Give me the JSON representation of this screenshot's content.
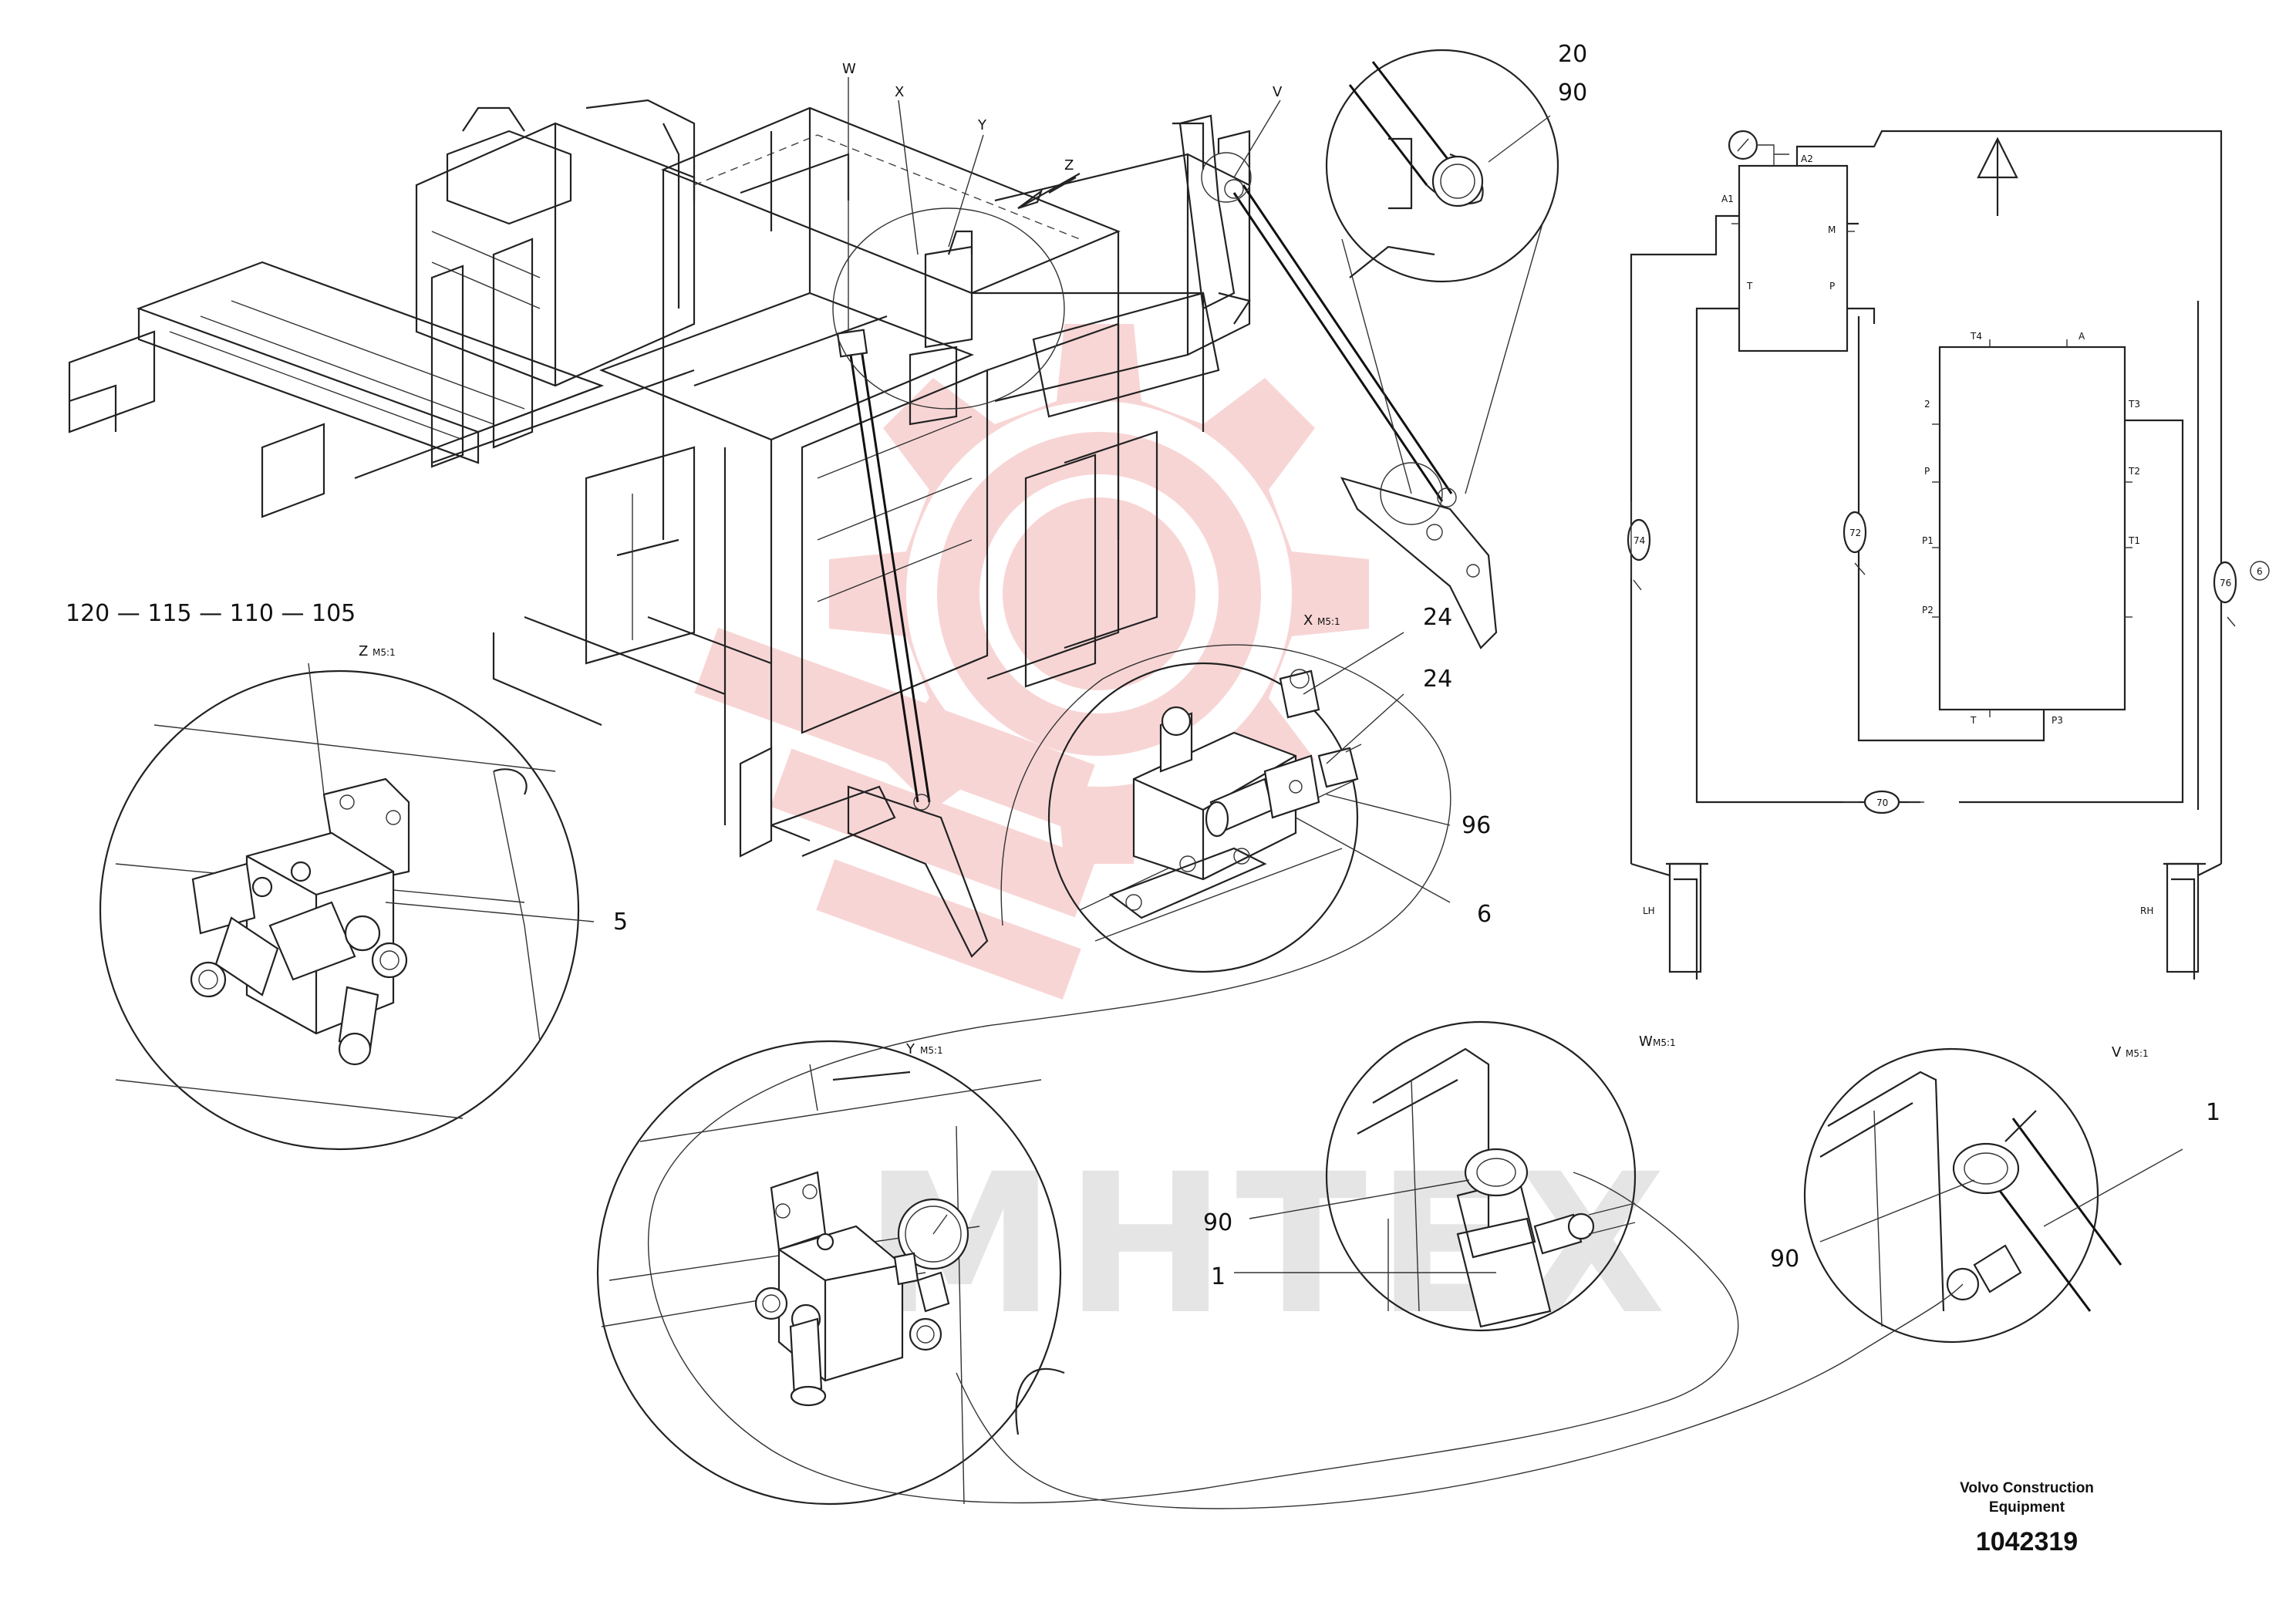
{
  "watermark": {
    "text": "MHTEX",
    "color": "#f3b4b4"
  },
  "views": {
    "main_labels": {
      "w": "W",
      "x": "X",
      "y": "Y",
      "z": "Z",
      "v": "V"
    },
    "detail_z": {
      "letter": "Z",
      "scale": "M5:1",
      "part_chain": "120 — 115 — 110 — 105",
      "callout_5": "5"
    },
    "detail_x": {
      "letter": "X",
      "scale": "M5:1",
      "callout_24a": "24",
      "callout_24b": "24",
      "callout_96": "96",
      "callout_6": "6"
    },
    "detail_y": {
      "letter": "Y",
      "scale": "M5:1"
    },
    "detail_w": {
      "letter": "W",
      "scale": "M5:1",
      "callout_90": "90",
      "callout_1": "1"
    },
    "detail_v": {
      "letter": "V",
      "scale": "M5:1",
      "callout_90": "90",
      "callout_1": "1"
    },
    "detail_top": {
      "callout_20": "20",
      "callout_90": "90"
    }
  },
  "schematic": {
    "ports": {
      "a1": "A1",
      "a2": "A2",
      "m": "M",
      "t": "T",
      "p": "P",
      "t4": "T4",
      "a": "A",
      "n2": "2",
      "t3": "T3",
      "p_left": "P",
      "t2": "T2",
      "p1": "P1",
      "t1": "T1",
      "p2": "P2",
      "t_bottom": "T",
      "p3": "P3"
    },
    "valves": {
      "v74": "74",
      "v72": "72",
      "v76": "76",
      "v70": "70",
      "side6": "6"
    },
    "cylinders": {
      "lh": "LH",
      "rh": "RH"
    }
  },
  "title_block": {
    "company_line1": "Volvo Construction",
    "company_line2": "Equipment",
    "document_number": "1042319"
  }
}
